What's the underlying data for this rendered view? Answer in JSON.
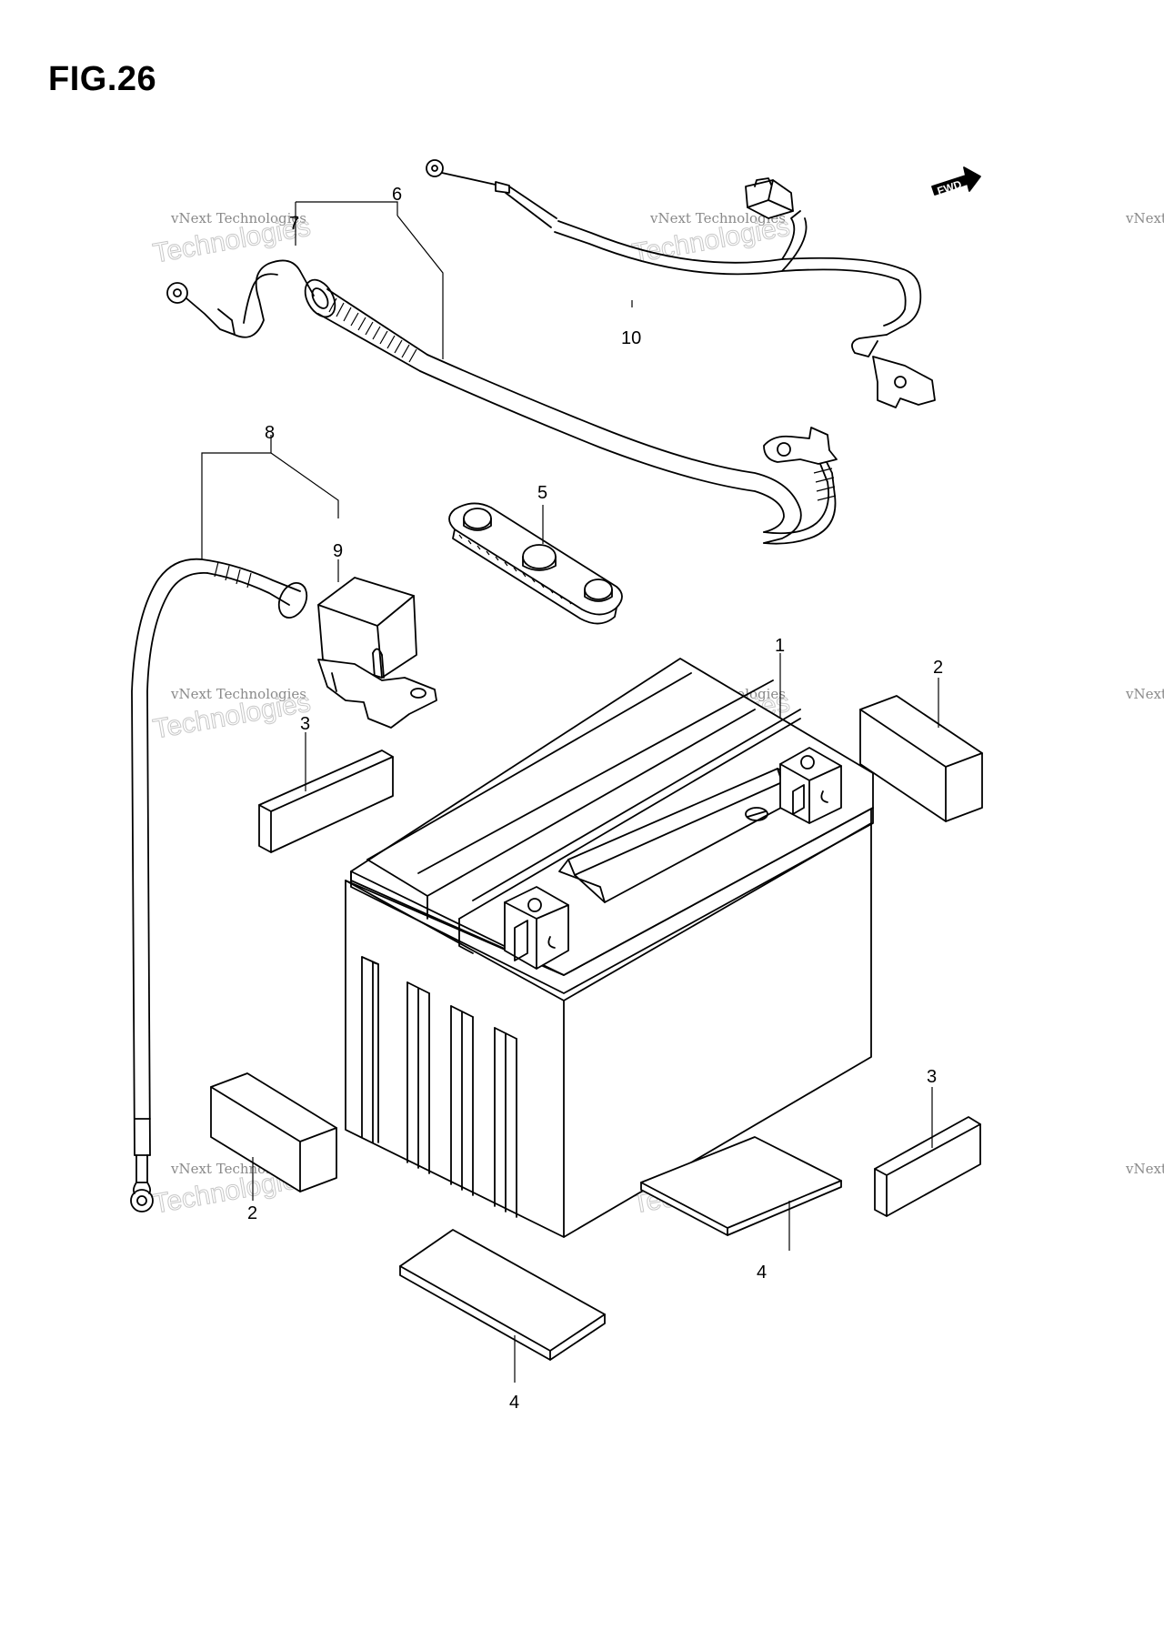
{
  "figure_title": "FIG.26",
  "fwd_label": "FWD",
  "watermark": {
    "line1": "vNext Technologies",
    "line2": "Technologies",
    "corner": "vNext"
  },
  "callouts": [
    {
      "id": "c1",
      "label": "1"
    },
    {
      "id": "c2a",
      "label": "2"
    },
    {
      "id": "c2b",
      "label": "2"
    },
    {
      "id": "c3a",
      "label": "3"
    },
    {
      "id": "c3b",
      "label": "3"
    },
    {
      "id": "c4a",
      "label": "4"
    },
    {
      "id": "c4b",
      "label": "4"
    },
    {
      "id": "c5",
      "label": "5"
    },
    {
      "id": "c6",
      "label": "6"
    },
    {
      "id": "c7",
      "label": "7"
    },
    {
      "id": "c8",
      "label": "8"
    },
    {
      "id": "c9",
      "label": "9"
    },
    {
      "id": "c10",
      "label": "10"
    }
  ]
}
